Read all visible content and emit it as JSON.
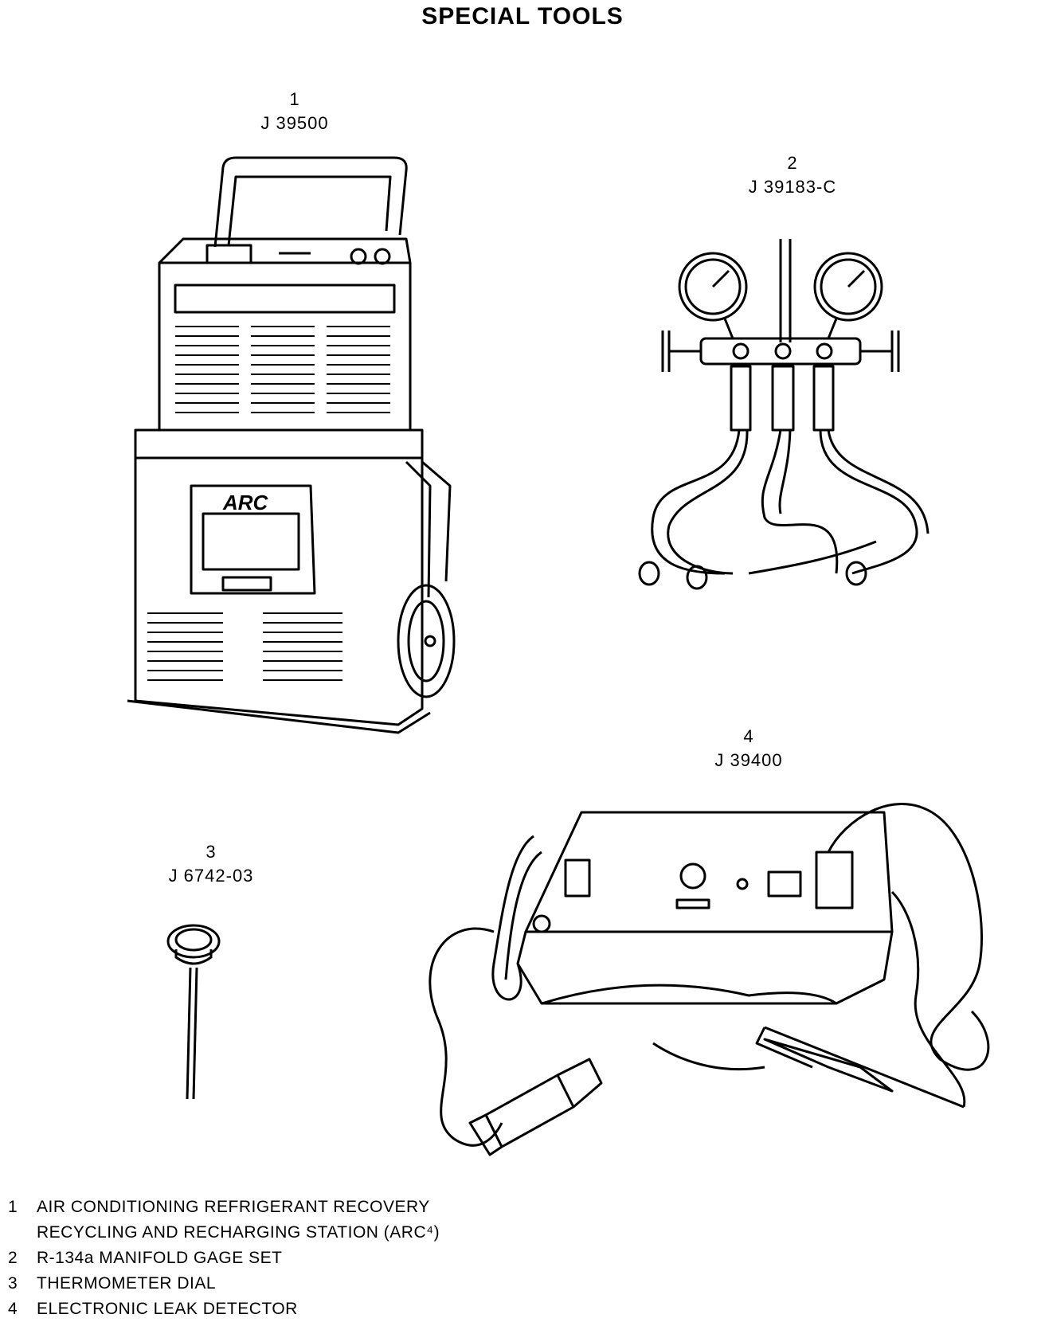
{
  "title": "SPECIAL TOOLS",
  "tools": [
    {
      "callout": "1",
      "part_number": "J 39500"
    },
    {
      "callout": "2",
      "part_number": "J 39183-C"
    },
    {
      "callout": "3",
      "part_number": "J 6742-03"
    },
    {
      "callout": "4",
      "part_number": "J 39400"
    }
  ],
  "legend": [
    {
      "num": "1",
      "line1": "AIR CONDITIONING REFRIGERANT RECOVERY",
      "line2": "RECYCLING AND RECHARGING STATION (ARC⁴)"
    },
    {
      "num": "2",
      "line1": "R-134a MANIFOLD GAGE SET"
    },
    {
      "num": "3",
      "line1": "THERMOMETER DIAL"
    },
    {
      "num": "4",
      "line1": "ELECTRONIC LEAK DETECTOR"
    }
  ]
}
